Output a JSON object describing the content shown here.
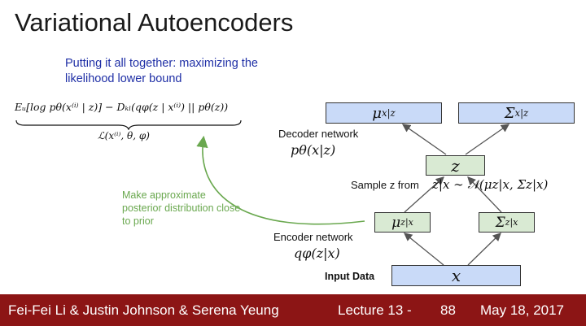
{
  "slide": {
    "title": "Variational Autoencoders",
    "subtitle": "Putting it all together: maximizing the likelihood lower bound"
  },
  "equation": {
    "main": "Eᵤ[log pθ(x⁽ⁱ⁾ | z)] − Dₖₗ(qφ(z | x⁽ⁱ⁾) || pθ(z))",
    "underbrace_label": "ℒ(x⁽ⁱ⁾, θ, φ)"
  },
  "diagram": {
    "mu_x_given_z": "μ",
    "mu_x_given_z_sub": "x|z",
    "sigma_x_given_z": "Σ",
    "sigma_x_given_z_sub": "x|z",
    "decoder_label": "Decoder network",
    "decoder_math": "pθ(x|z)",
    "z_box": "z",
    "sample_label": "Sample z from",
    "sample_math": "z|x ∼ 𝒩(μz|x, Σz|x)",
    "mu_z_given_x": "μ",
    "mu_z_given_x_sub": "z|x",
    "sigma_z_given_x": "Σ",
    "sigma_z_given_x_sub": "z|x",
    "encoder_label": "Encoder network",
    "encoder_math": "qφ(z|x)",
    "x_box": "x",
    "input_label": "Input Data",
    "annotation": "Make approximate posterior distribution close to prior"
  },
  "footer": {
    "authors": "Fei-Fei Li & Justin Johnson & Serena Yeung",
    "lecture": "Lecture 13 -",
    "page": "88",
    "date": "May 18, 2017"
  },
  "colors": {
    "footer_bg": "#8c1515",
    "blue_box": "#c9daf8",
    "green_box": "#d9ead3",
    "annotation": "#6aa84f",
    "subtitle": "#1f2fa6"
  }
}
